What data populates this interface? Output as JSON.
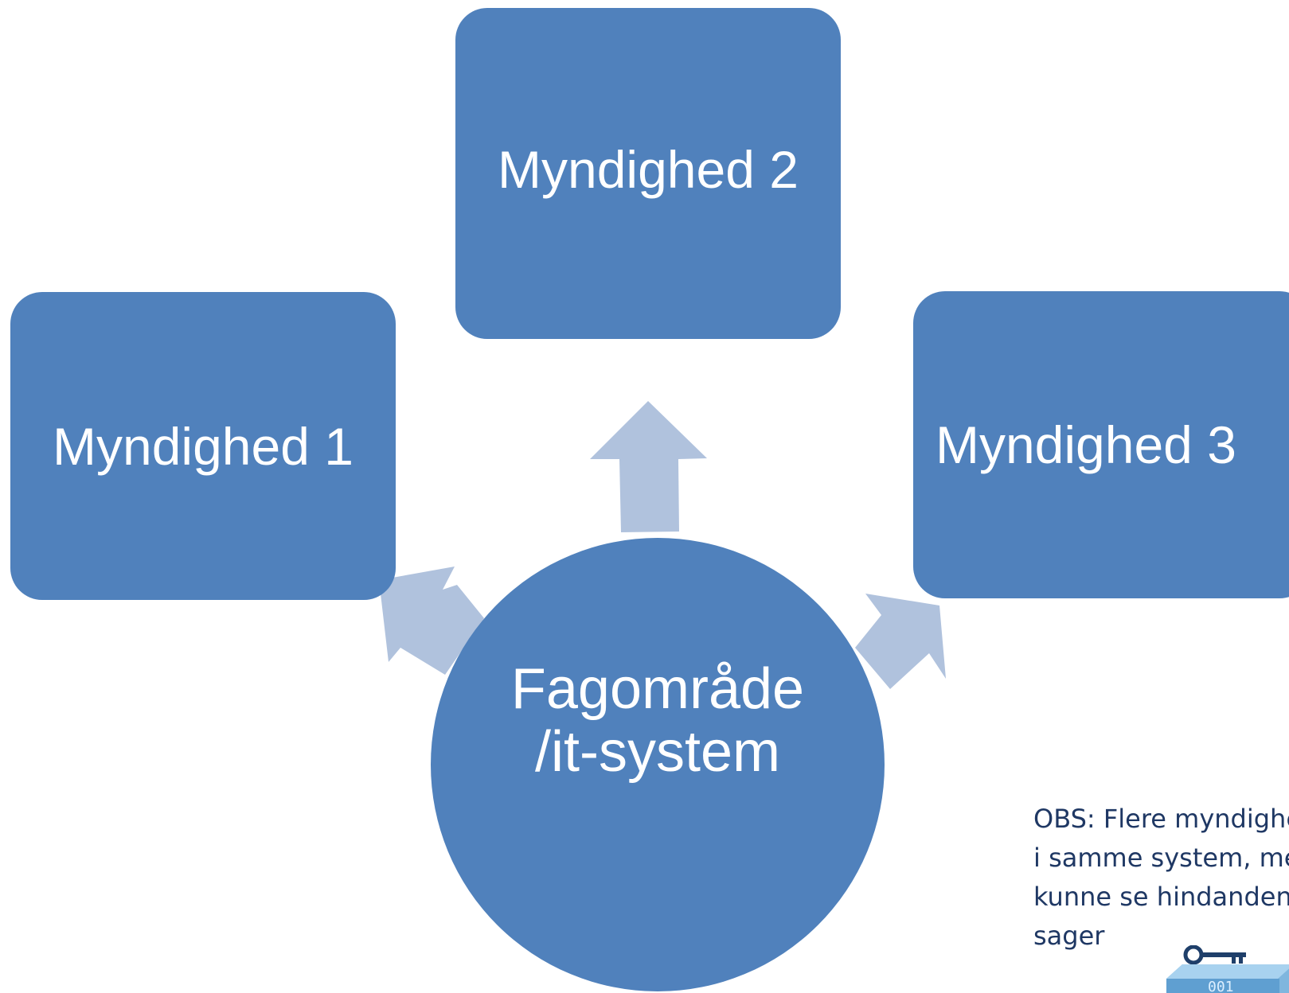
{
  "diagram": {
    "nodes": {
      "authority_2": "Myndighed 2",
      "authority_1": "Myndighed 1",
      "authority_3": "Myndighed 3",
      "center_line_1": "Fagområde",
      "center_line_2": "/it-system"
    },
    "note": {
      "line_1": "OBS: Flere myndigheder",
      "line_2": "i samme system, men",
      "line_3": "kunne se hindandens",
      "line_4": "sager"
    },
    "colors": {
      "node_fill": "#5081bc",
      "arrow_fill": "#b0c2dd",
      "note_text": "#1f3864"
    },
    "icons": [
      "arrow-up-icon",
      "arrow-up-left-icon",
      "arrow-up-right-icon",
      "key-icon",
      "data-cube-icon"
    ]
  }
}
